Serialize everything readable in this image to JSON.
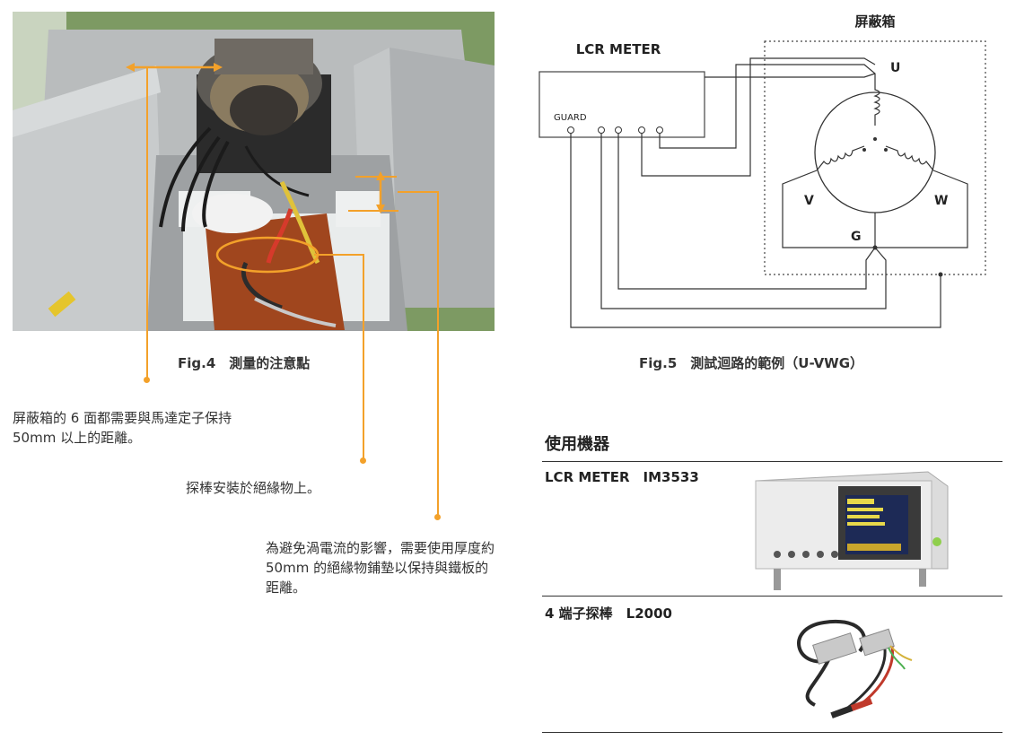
{
  "figure4": {
    "caption": "Fig.4　測量的注意點",
    "note_distance": "屏蔽箱的 6 面都需要與馬達定子保持 50mm 以上的距離。",
    "note_probe": "探棒安裝於絕緣物上。",
    "note_eddy": "為避免渦電流的影響，需要使用厚度約 50mm 的絕緣物鋪墊以保持與鐵板的距離。"
  },
  "figure5": {
    "caption": "Fig.5　測試迴路的範例（U-VWG）",
    "shield_box_label": "屏蔽箱",
    "meter_label": "LCR METER",
    "guard_label": "GUARD",
    "terminal_u": "U",
    "terminal_v": "V",
    "terminal_w": "W",
    "terminal_g": "G"
  },
  "equipment": {
    "section_title": "使用機器",
    "items": [
      {
        "label": "LCR METER　IM3533"
      },
      {
        "label": "4 端子探棒　L2000"
      }
    ]
  },
  "colors": {
    "annotation": "#f3a12a",
    "rule": "#333333"
  }
}
